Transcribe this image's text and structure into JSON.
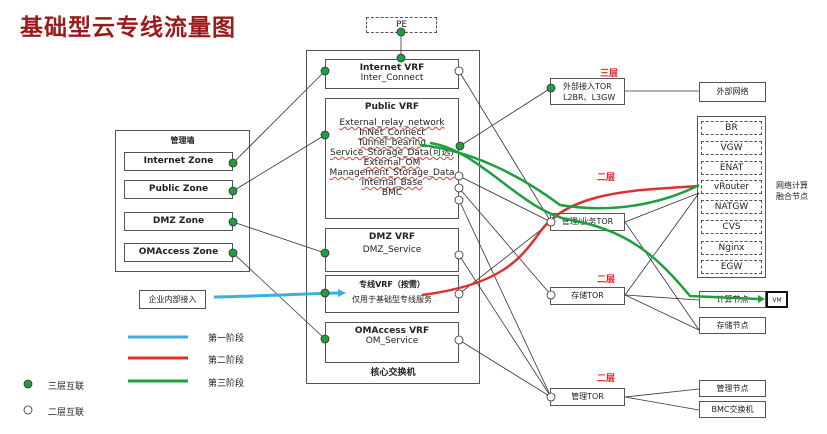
{
  "title": "基础型云专线流量图",
  "pe": "PE",
  "core": {
    "label": "核心交换机",
    "internet_vrf": {
      "title": "Internet VRF",
      "items": [
        "Inter_Connect"
      ]
    },
    "public_vrf": {
      "title": "Public VRF",
      "items": [
        "External_relay_network",
        "InNet_Connect",
        "Tunnel_bearing",
        "Service_Storage_Data(可选)",
        "External_OM",
        "Management_Storage_Data",
        "Internal_Base",
        "BMC"
      ]
    },
    "dmz_vrf": {
      "title": "DMZ VRF",
      "items": [
        "DMZ_Service"
      ]
    },
    "zx_vrf": {
      "title": "专线VRF（按需）",
      "items": [
        "仅用于基础型专线服务"
      ]
    },
    "om_vrf": {
      "title": "OMAccess VRF",
      "items": [
        "OM_Service"
      ]
    }
  },
  "mgmt_wall": {
    "label": "管理墙",
    "zones": [
      "Internet Zone",
      "Public Zone",
      "DMZ Zone",
      "OMAccess Zone"
    ]
  },
  "enterprise": "企业内部接入",
  "legend": {
    "stage1": "第一阶段",
    "stage2": "第二阶段",
    "stage3": "第三阶段",
    "l3": "三层互联",
    "l2": "二层互联",
    "colors": {
      "stage1": "#3ab0e0",
      "stage2": "#e03030",
      "stage3": "#1e9e40"
    }
  },
  "right": {
    "ext_tor": {
      "layer": "三层",
      "line1": "外部接入TOR",
      "line2": "L2BR、L3GW"
    },
    "ext_net": "外部网络",
    "nodes": [
      "BR",
      "VGW",
      "ENAT",
      "vRouter",
      "NATGW",
      "CVS",
      "Nginx",
      "EGW"
    ],
    "nodes_label1": "网络计算",
    "nodes_label2": "融合节点",
    "biz_tor": {
      "layer": "二层",
      "label": "管理/业务TOR"
    },
    "storage_tor": {
      "layer": "二层",
      "label": "存储TOR"
    },
    "compute": "计算节点",
    "vm": "VM",
    "storage_node": "存储节点",
    "mgmt_tor": {
      "layer": "二层",
      "label": "管理TOR"
    },
    "mgmt_node": "管理节点",
    "bmc": "BMC交换机"
  }
}
